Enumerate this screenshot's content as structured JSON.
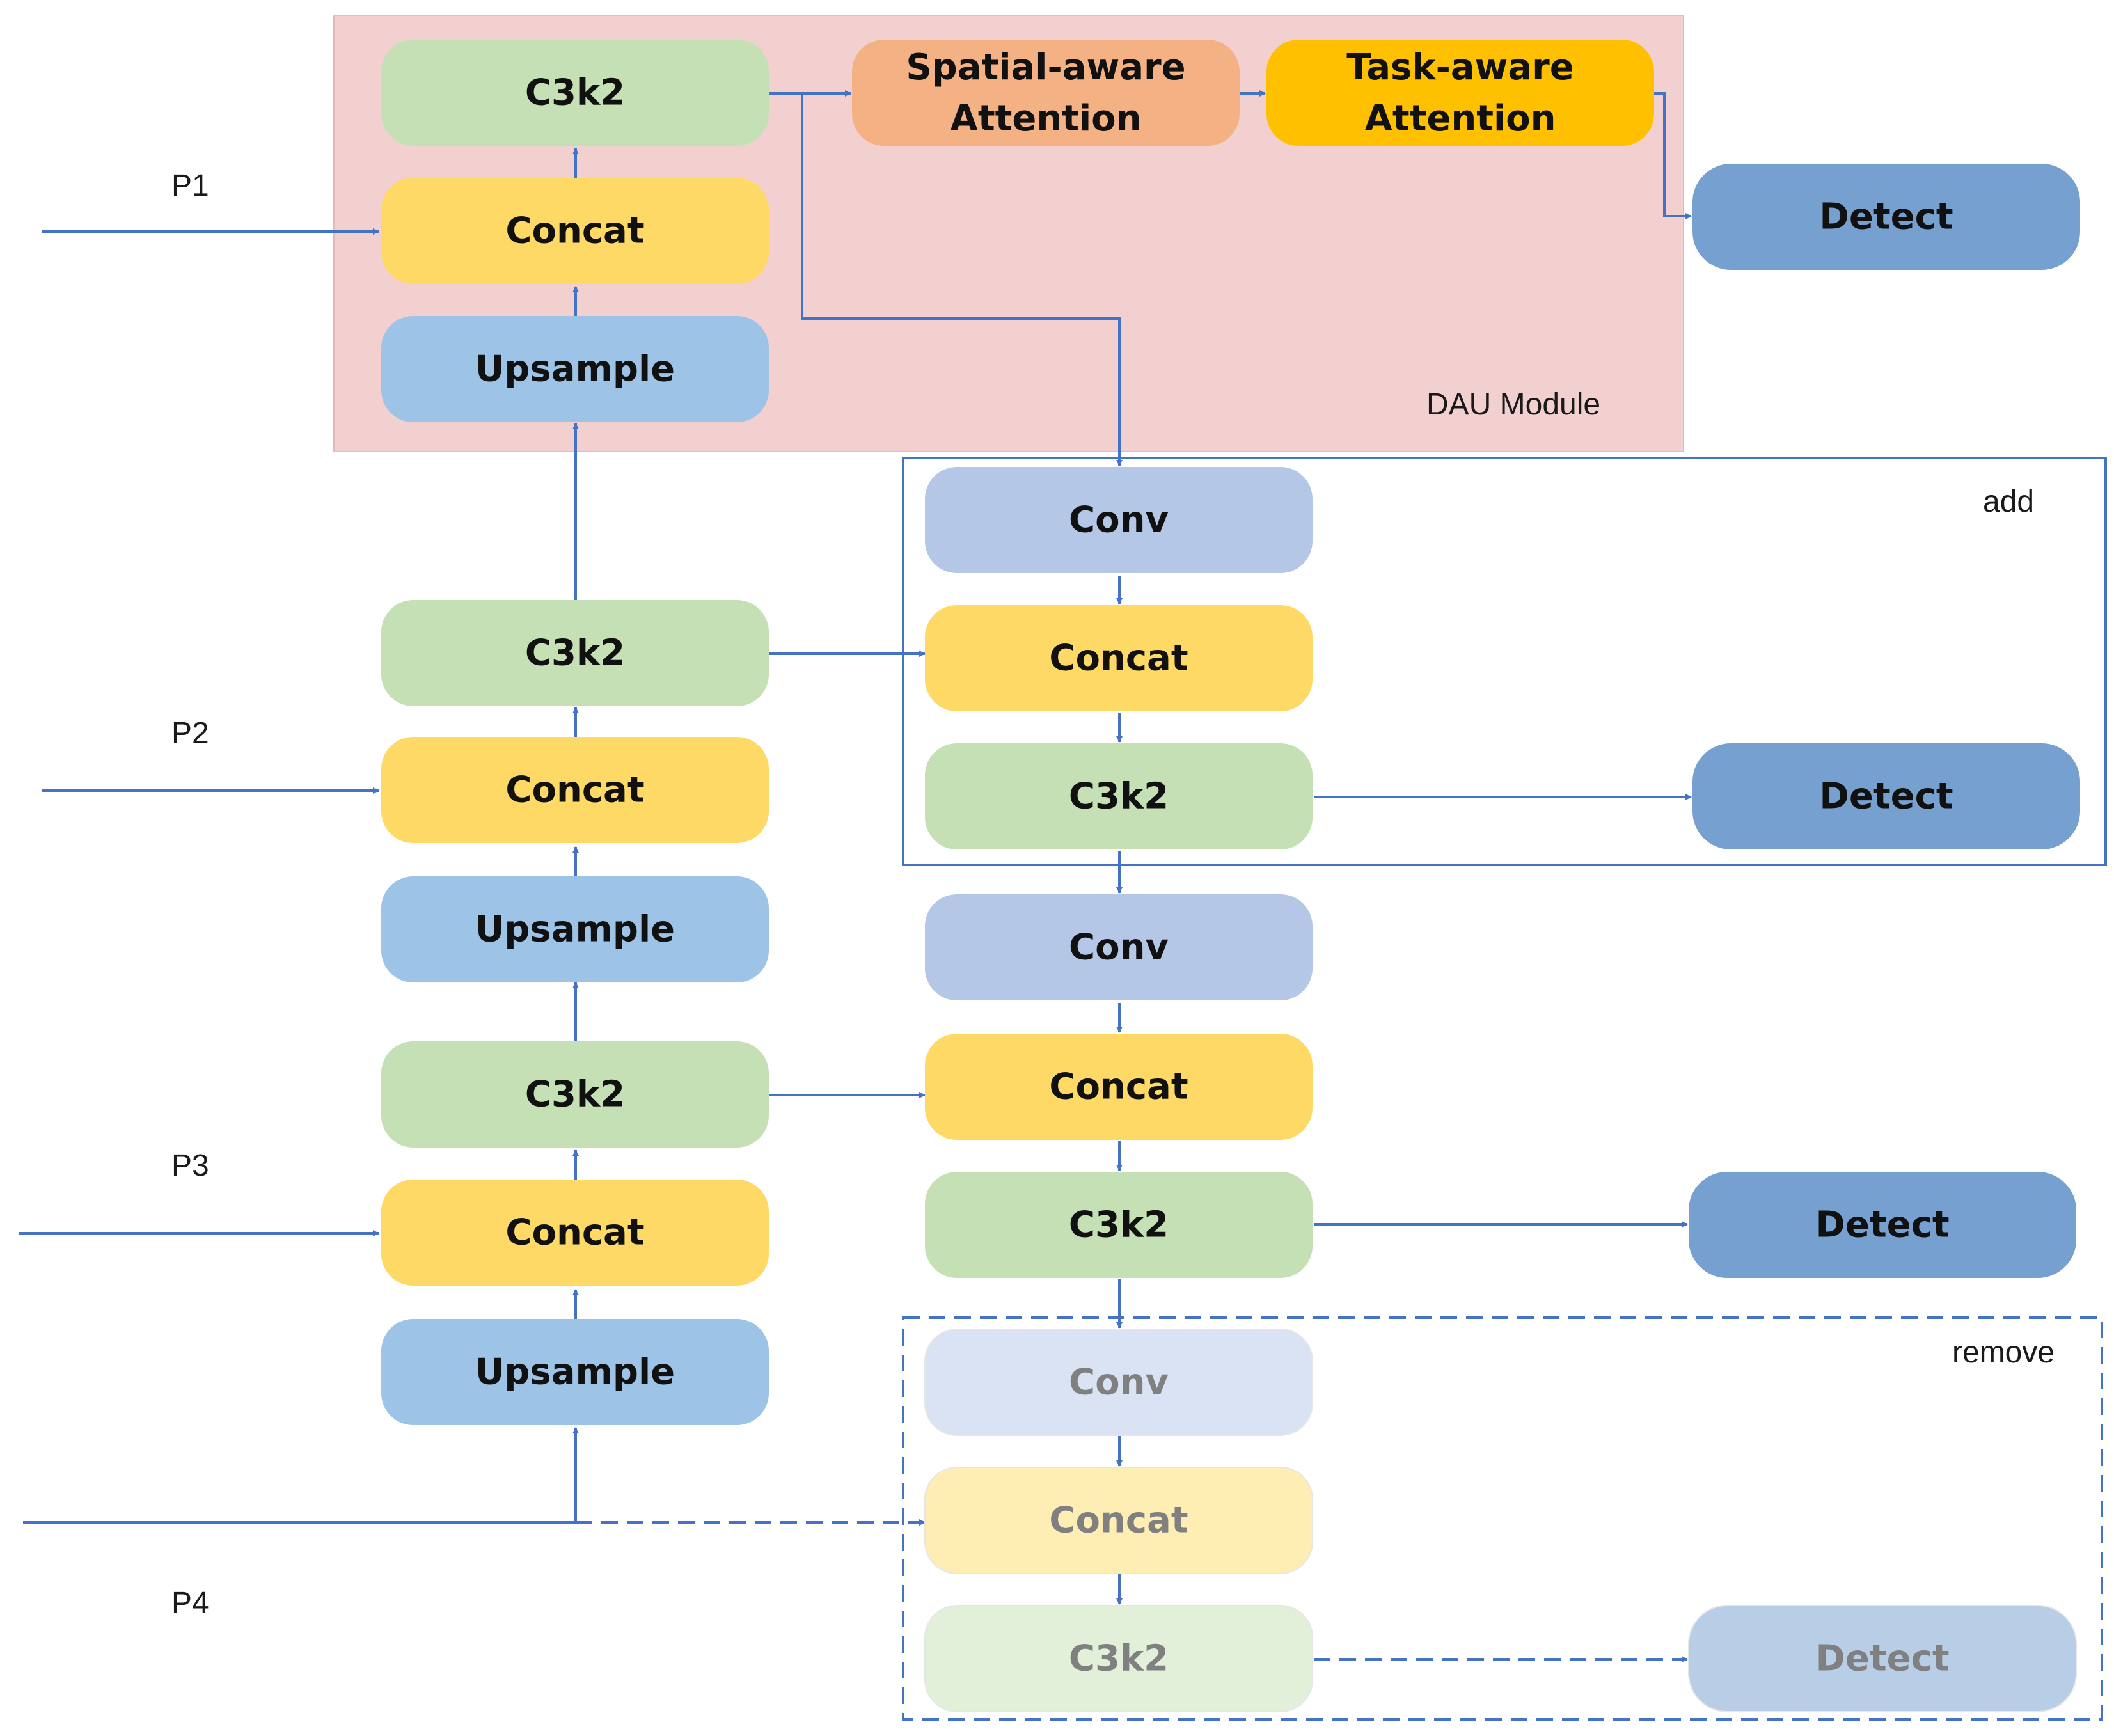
{
  "colors": {
    "arrow": "#4472c4",
    "dau_background": "#f3d0d0",
    "text_normal": "#111111",
    "text_faded": "#808080"
  },
  "labels": {
    "p1": "P1",
    "p2": "P2",
    "p3": "P3",
    "p4": "P4",
    "dau_module": "DAU Module",
    "add": "add",
    "remove": "remove"
  },
  "nodes": {
    "left_upsample_3": {
      "text": "Upsample",
      "fill": "#9dc3e6"
    },
    "left_concat_3": {
      "text": "Concat",
      "fill": "#ffd966"
    },
    "left_c3k2_3": {
      "text": "C3k2",
      "fill": "#c5e0b4"
    },
    "left_upsample_2": {
      "text": "Upsample",
      "fill": "#9dc3e6"
    },
    "left_concat_2": {
      "text": "Concat",
      "fill": "#ffd966"
    },
    "left_c3k2_2": {
      "text": "C3k2",
      "fill": "#c5e0b4"
    },
    "dau_upsample": {
      "text": "Upsample",
      "fill": "#9dc3e6"
    },
    "dau_concat": {
      "text": "Concat",
      "fill": "#ffd966"
    },
    "dau_c3k2": {
      "text": "C3k2",
      "fill": "#c5e0b4"
    },
    "spatial_attention": {
      "text": "Spatial-aware\nAttention",
      "fill": "#f4b183"
    },
    "task_attention": {
      "text": "Task-aware\nAttention",
      "fill": "#ffc000"
    },
    "detect_1": {
      "text": "Detect",
      "fill": "#75a0cf"
    },
    "add_conv": {
      "text": "Conv",
      "fill": "#b4c7e7"
    },
    "add_concat": {
      "text": "Concat",
      "fill": "#ffd966"
    },
    "add_c3k2": {
      "text": "C3k2",
      "fill": "#c5e0b4"
    },
    "detect_2": {
      "text": "Detect",
      "fill": "#75a0cf"
    },
    "mid_conv": {
      "text": "Conv",
      "fill": "#b4c7e7"
    },
    "mid_concat": {
      "text": "Concat",
      "fill": "#ffd966"
    },
    "mid_c3k2": {
      "text": "C3k2",
      "fill": "#c5e0b4"
    },
    "detect_3": {
      "text": "Detect",
      "fill": "#75a0cf"
    },
    "removed_conv": {
      "text": "Conv",
      "fill": "#dae3f3",
      "faded": true
    },
    "removed_concat": {
      "text": "Concat",
      "fill": "#ffeeb3",
      "faded": true
    },
    "removed_c3k2": {
      "text": "C3k2",
      "fill": "#e2f0d9",
      "faded": true
    },
    "removed_detect": {
      "text": "Detect",
      "fill": "#b8cde6",
      "faded": true
    }
  }
}
